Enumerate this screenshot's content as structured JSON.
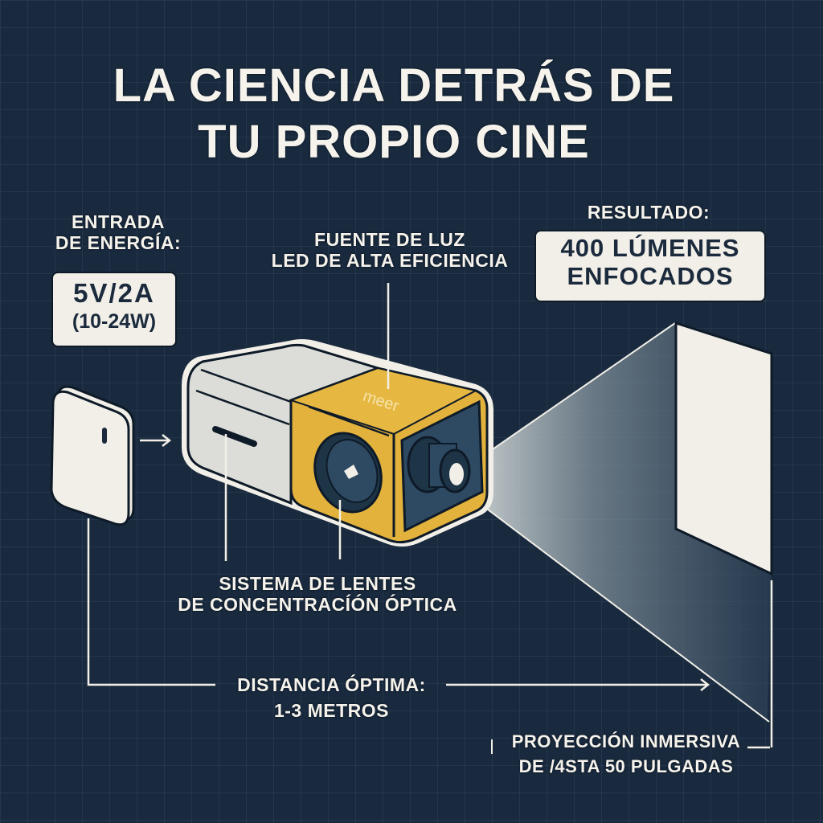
{
  "title": {
    "line1": "LA CIENCIA DETRÁS DE",
    "line2": "TU PROPIO CINE"
  },
  "power_input": {
    "heading_line1": "ENTRADA",
    "heading_line2": "DE ENERGÍA:",
    "value": "5V/2A",
    "range": "(10-24W)"
  },
  "light_source": {
    "line1": "FUENTE DE LUZ",
    "line2": "LED DE ALTA EFICIENCIA"
  },
  "result": {
    "heading": "RESULTADO:",
    "value_line1": "400 LÚMENES",
    "value_line2": "ENFOCADOS"
  },
  "lens_system": {
    "line1": "SISTEMA DE LENTES",
    "line2": "DE CONCENTRACÍÓN ÓPTICA"
  },
  "distance": {
    "line1": "DISTANCIA ÓPTIMA:",
    "line2": "1-3 METROS"
  },
  "projection": {
    "line1": "PROYECCIÓN INMERSIVA",
    "line2": "DE /4STA 50 PULGADAS"
  },
  "projector": {
    "brand": "meer"
  },
  "colors": {
    "background": "#1a2a3e",
    "accent_yellow": "#e3b23c",
    "body_grey": "#dcddd8",
    "screen_white": "#f1efe8",
    "lens_blue": "#2e4a63"
  }
}
